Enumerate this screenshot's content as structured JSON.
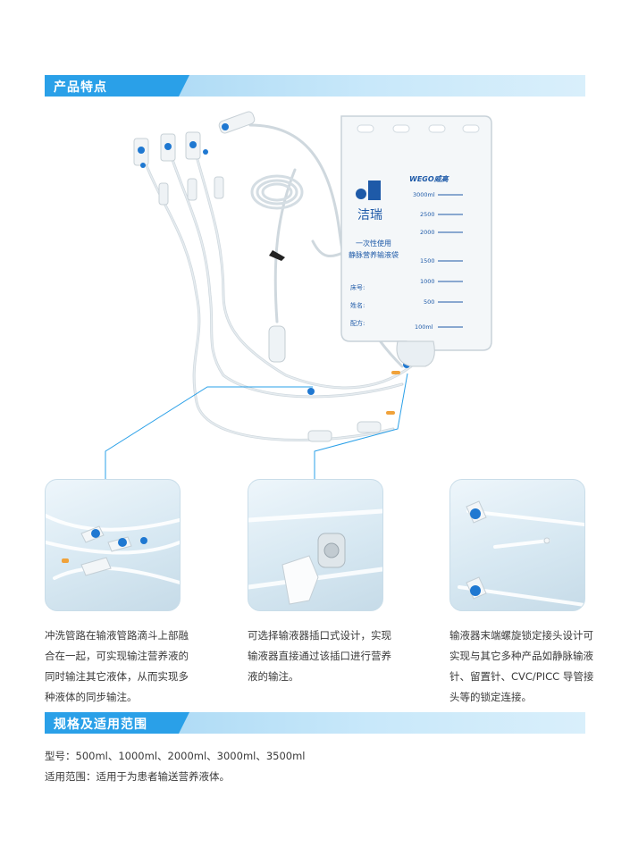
{
  "sections": {
    "features_title": "产品特点",
    "specs_title": "规格及适用范围"
  },
  "bag": {
    "brand_en": "WEGO威高",
    "brand_cn": "洁瑞",
    "product_line1": "一次性使用",
    "product_line2": "静脉营养输液袋",
    "field_bed": "床号:",
    "field_name": "姓名:",
    "field_formula": "配方:",
    "scale": [
      "3000ml",
      "2500",
      "2000",
      "1500",
      "1000",
      "500",
      "100ml"
    ]
  },
  "features": [
    {
      "text": "冲洗管路在输液管路滴斗上部融合在一起，可实现输注营养液的同时输注其它液体，从而实现多种液体的同步输注。"
    },
    {
      "text": "可选择输液器插口式设计，实现输液器直接通过该插口进行营养液的输注。"
    },
    {
      "text": "输液器末端螺旋锁定接头设计可实现与其它多种产品如静脉输液针、留置针、CVC/PICC 导管接头等的锁定连接。"
    }
  ],
  "specs": {
    "model": "型号：500ml、1000ml、2000ml、3000ml、3500ml",
    "scope": "适用范围：适用于为患者输送营养液体。"
  },
  "colors": {
    "accent": "#2aa0e8",
    "band": "#c8e8fa",
    "connector_blue": "#1f78d1"
  }
}
